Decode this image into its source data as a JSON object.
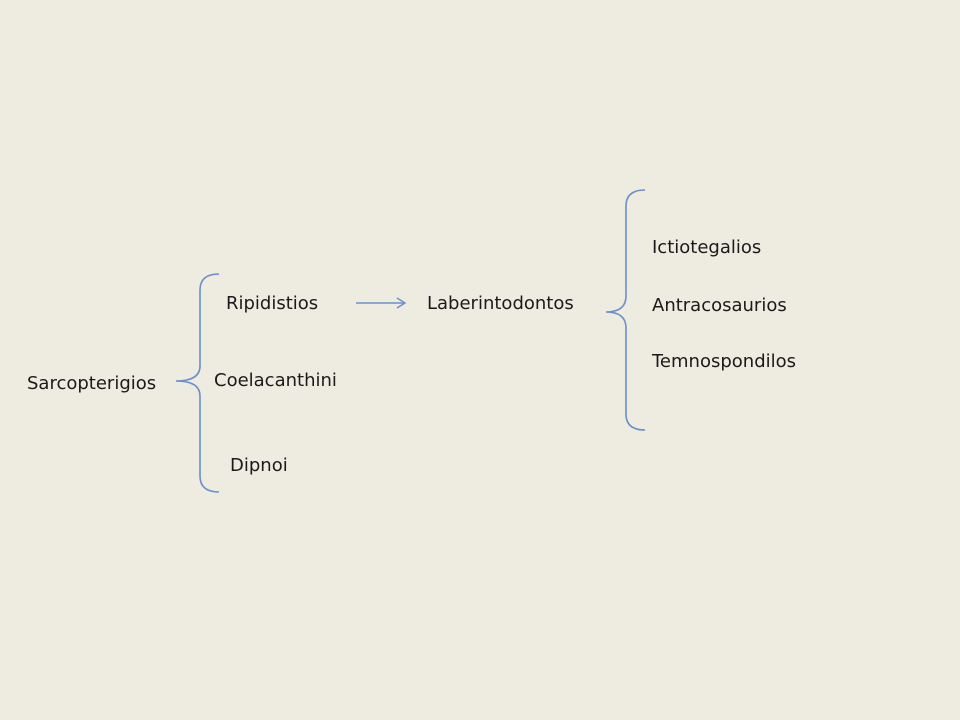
{
  "root": {
    "label": "Sarcopterigios"
  },
  "level1": [
    {
      "label": "Ripidistios"
    },
    {
      "label": "Coelacanthini"
    },
    {
      "label": "Dipnoi"
    }
  ],
  "arrow_target": {
    "label": "Laberintodontos"
  },
  "level2": [
    {
      "label": "Ictiotegalios"
    },
    {
      "label": "Antracosaurios"
    },
    {
      "label": "Temnospondilos"
    }
  ],
  "colors": {
    "background": "#EEEBE1",
    "connector": "#6A8FC9",
    "text": "#1a1a1a"
  }
}
